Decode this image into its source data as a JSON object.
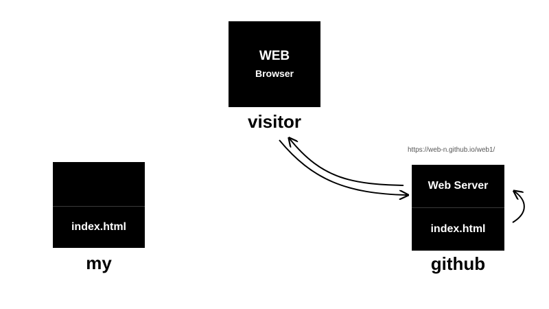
{
  "nodes": {
    "browser": {
      "title": "WEB",
      "subtitle": "Browser",
      "caption": "visitor"
    },
    "local": {
      "file": "index.html",
      "caption": "my"
    },
    "server": {
      "label": "Web Server",
      "file": "index.html",
      "caption": "github"
    }
  },
  "url": "https://web-n.github.io/web1/",
  "colors": {
    "box": "#000000",
    "text_on_box": "#ffffff",
    "background": "#ffffff",
    "url_text": "#555555"
  }
}
